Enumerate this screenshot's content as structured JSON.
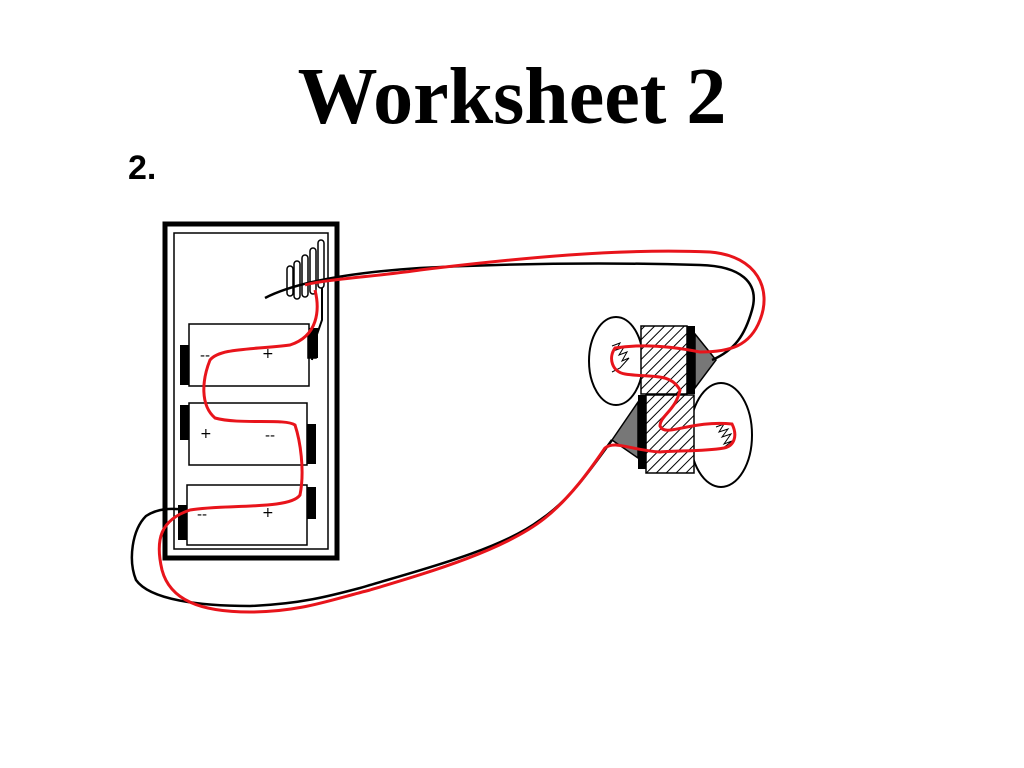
{
  "slide": {
    "title": "Worksheet 2",
    "question_number": "2."
  },
  "diagram": {
    "components": [
      "battery-pack",
      "battery-cell",
      "battery-cell",
      "battery-cell",
      "switch",
      "light-bulb",
      "light-bulb"
    ],
    "cells": [
      {
        "left_sign": "--",
        "right_sign": "+"
      },
      {
        "left_sign": "+",
        "right_sign": "--"
      },
      {
        "left_sign": "--",
        "right_sign": "+"
      }
    ],
    "colors": {
      "outline": "#000000",
      "drawn_path": "#e8141b",
      "background": "#ffffff"
    }
  }
}
